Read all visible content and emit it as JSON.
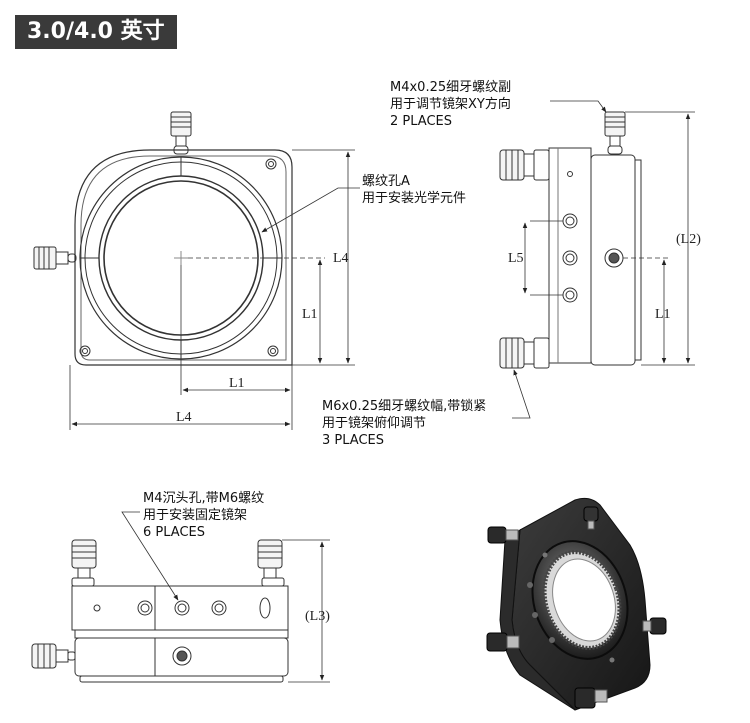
{
  "title": "3.0/4.0 英寸",
  "callouts": {
    "xy_screw": [
      "M4x0.25细牙螺纹副",
      "用于调节镜架XY方向",
      "2 PLACES"
    ],
    "thread_a": [
      "螺纹孔A",
      "用于安装光学元件"
    ],
    "tilt_screw": [
      "M6x0.25细牙螺纹幅,带锁紧",
      "用于镜架俯仰调节",
      "3 PLACES"
    ],
    "mount_hole": [
      "M4沉头孔,带M6螺纹",
      "用于安装固定镜架",
      "6 PLACES"
    ]
  },
  "dimensions": {
    "front_l4_vertical": "L4",
    "front_l1_vertical": "L1",
    "front_l1_horizontal": "L1",
    "front_l4_horizontal": "L4",
    "side_l2": "(L2)",
    "side_l5": "L5",
    "side_l1": "L1",
    "bottom_l3": "(L3)"
  }
}
